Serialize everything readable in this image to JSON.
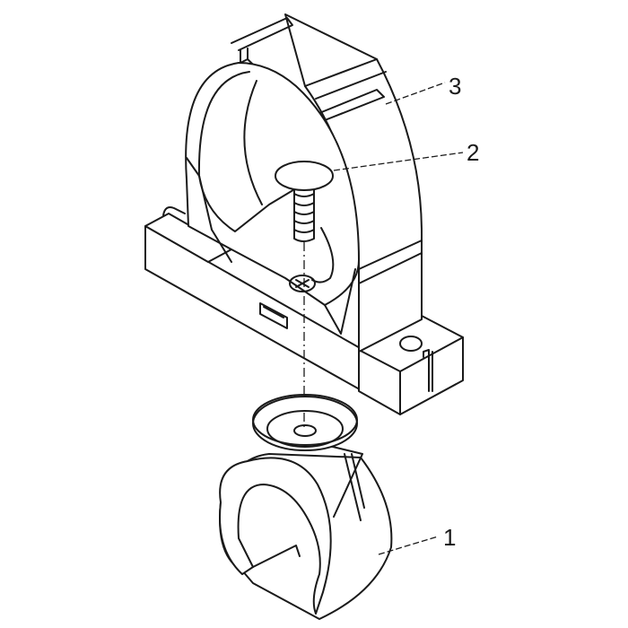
{
  "figure": {
    "type": "exploded isometric assembly drawing",
    "description": "Pipe clamp holder with screw and saddle bracket",
    "line_color": "#1a1a1a",
    "background": "#ffffff"
  },
  "parts": [
    {
      "number": "1",
      "name": "saddle-clip"
    },
    {
      "number": "2",
      "name": "screw"
    },
    {
      "number": "3",
      "name": "clamp-holder"
    }
  ],
  "labels": {
    "part1": "1",
    "part2": "2",
    "part3": "3"
  }
}
